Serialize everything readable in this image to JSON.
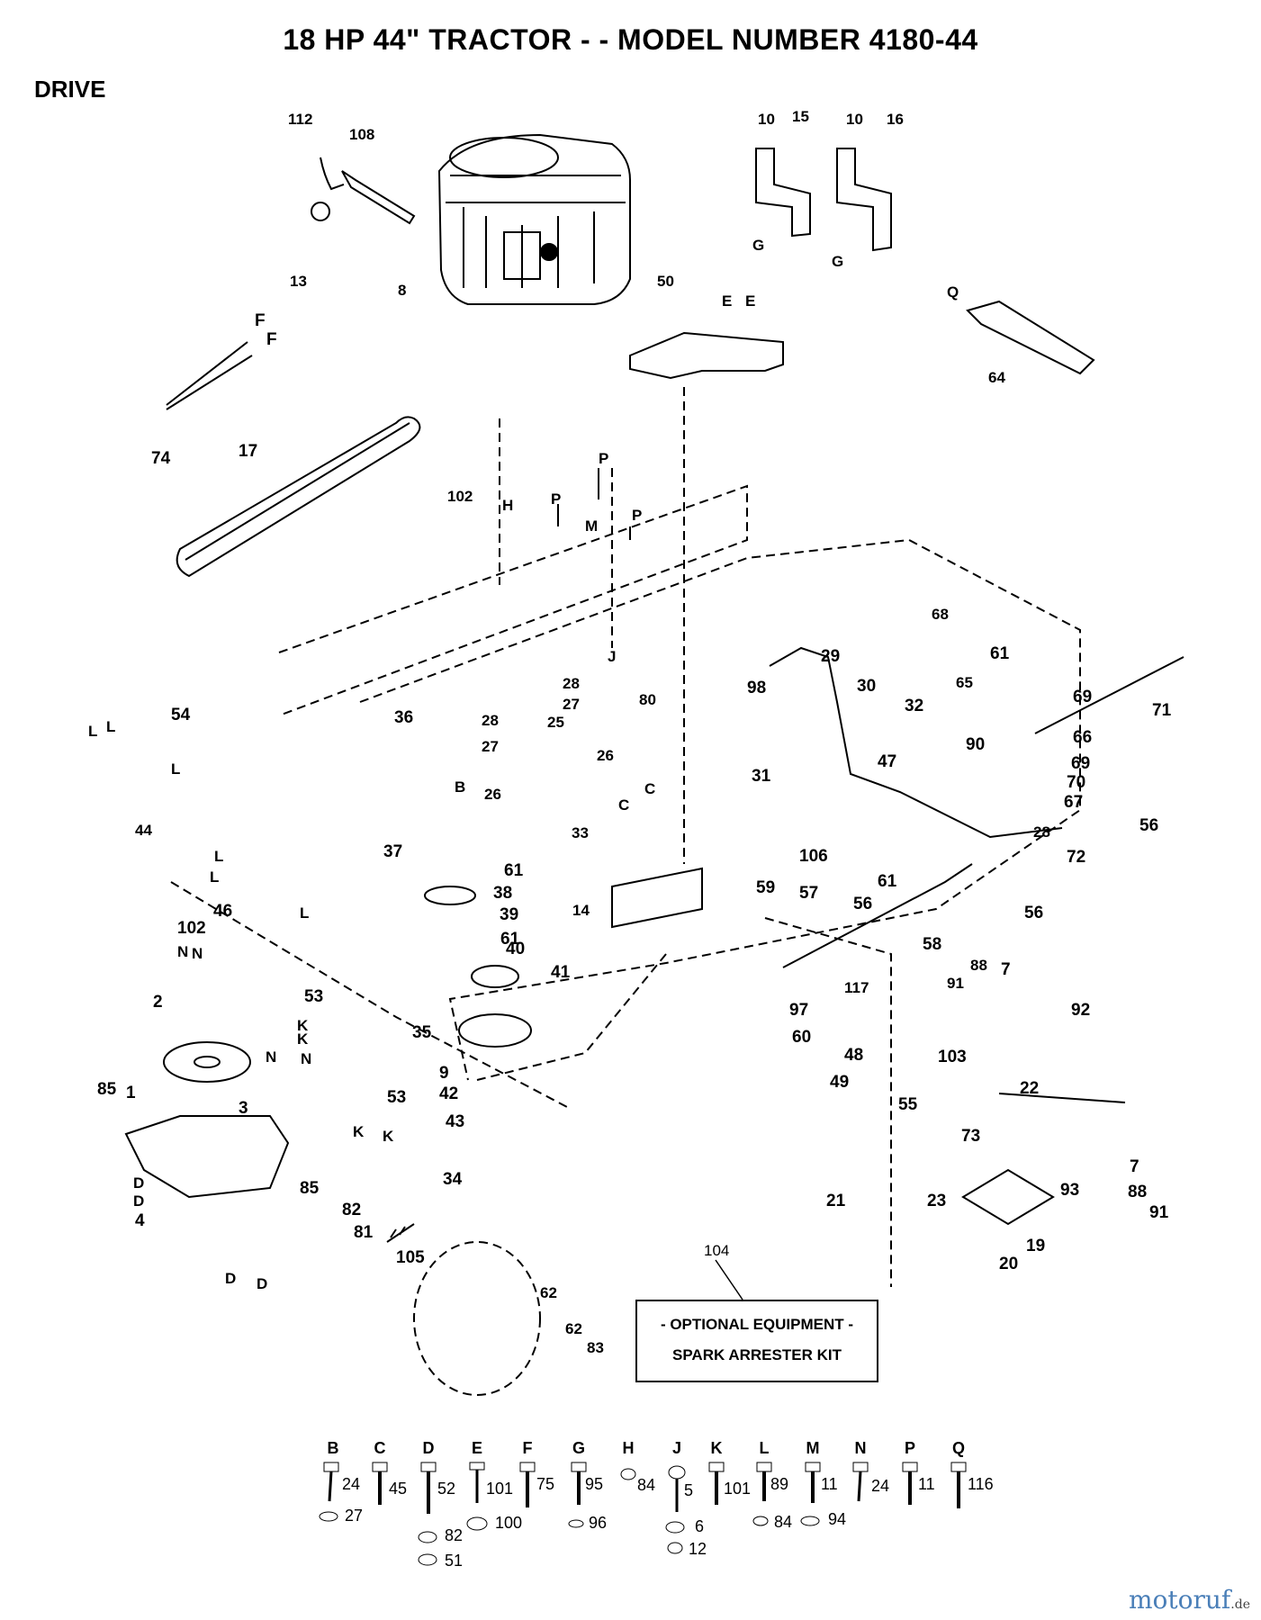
{
  "title": "18 HP 44\" TRACTOR - - MODEL NUMBER 4180-44",
  "section": "DRIVE",
  "optional_box": {
    "line1": "- OPTIONAL EQUIPMENT -",
    "line2": "SPARK ARRESTER KIT",
    "ref": "104"
  },
  "watermark": {
    "brand": "motoruf",
    "tld": ".de"
  },
  "callouts": [
    "112",
    "108",
    "10",
    "15",
    "10",
    "16",
    "13",
    "8",
    "G",
    "G",
    "50",
    "E",
    "E",
    "Q",
    "64",
    "F",
    "F",
    "74",
    "17",
    "102",
    "H",
    "P",
    "P",
    "M",
    "P",
    "68",
    "61",
    "65",
    "69",
    "71",
    "90",
    "66",
    "69",
    "70",
    "67",
    "28",
    "56",
    "72",
    "29",
    "30",
    "32",
    "47",
    "J",
    "98",
    "28",
    "27",
    "80",
    "25",
    "28",
    "27",
    "26",
    "26",
    "36",
    "54",
    "L",
    "L",
    "L",
    "B",
    "44",
    "31",
    "106",
    "61",
    "59",
    "57",
    "56",
    "56",
    "58",
    "37",
    "61",
    "38",
    "39",
    "61",
    "40",
    "41",
    "33",
    "C",
    "C",
    "14",
    "L",
    "L",
    "46",
    "L",
    "102",
    "N",
    "N",
    "53",
    "K",
    "K",
    "2",
    "1",
    "85",
    "3",
    "N",
    "N",
    "53",
    "K",
    "K",
    "34",
    "9",
    "42",
    "43",
    "35",
    "117",
    "97",
    "60",
    "88",
    "7",
    "91",
    "92",
    "48",
    "49",
    "103",
    "55",
    "73",
    "22",
    "23",
    "21",
    "93",
    "20",
    "19",
    "7",
    "88",
    "91",
    "85",
    "4",
    "D",
    "D",
    "D",
    "D",
    "82",
    "81",
    "105",
    "62",
    "62",
    "83"
  ],
  "hardware_legend": [
    {
      "letter": "B",
      "parts": [
        "24",
        "27"
      ]
    },
    {
      "letter": "C",
      "parts": [
        "45"
      ]
    },
    {
      "letter": "D",
      "parts": [
        "52",
        "82",
        "51"
      ]
    },
    {
      "letter": "E",
      "parts": [
        "101",
        "100"
      ]
    },
    {
      "letter": "F",
      "parts": [
        "75"
      ]
    },
    {
      "letter": "G",
      "parts": [
        "95",
        "96"
      ]
    },
    {
      "letter": "H",
      "parts": [
        "84"
      ]
    },
    {
      "letter": "J",
      "parts": [
        "5",
        "6",
        "12"
      ]
    },
    {
      "letter": "K",
      "parts": [
        "101"
      ]
    },
    {
      "letter": "L",
      "parts": [
        "89",
        "84"
      ]
    },
    {
      "letter": "M",
      "parts": [
        "11",
        "94"
      ]
    },
    {
      "letter": "N",
      "parts": [
        "24"
      ]
    },
    {
      "letter": "P",
      "parts": [
        "11"
      ]
    },
    {
      "letter": "Q",
      "parts": [
        "116"
      ]
    }
  ]
}
